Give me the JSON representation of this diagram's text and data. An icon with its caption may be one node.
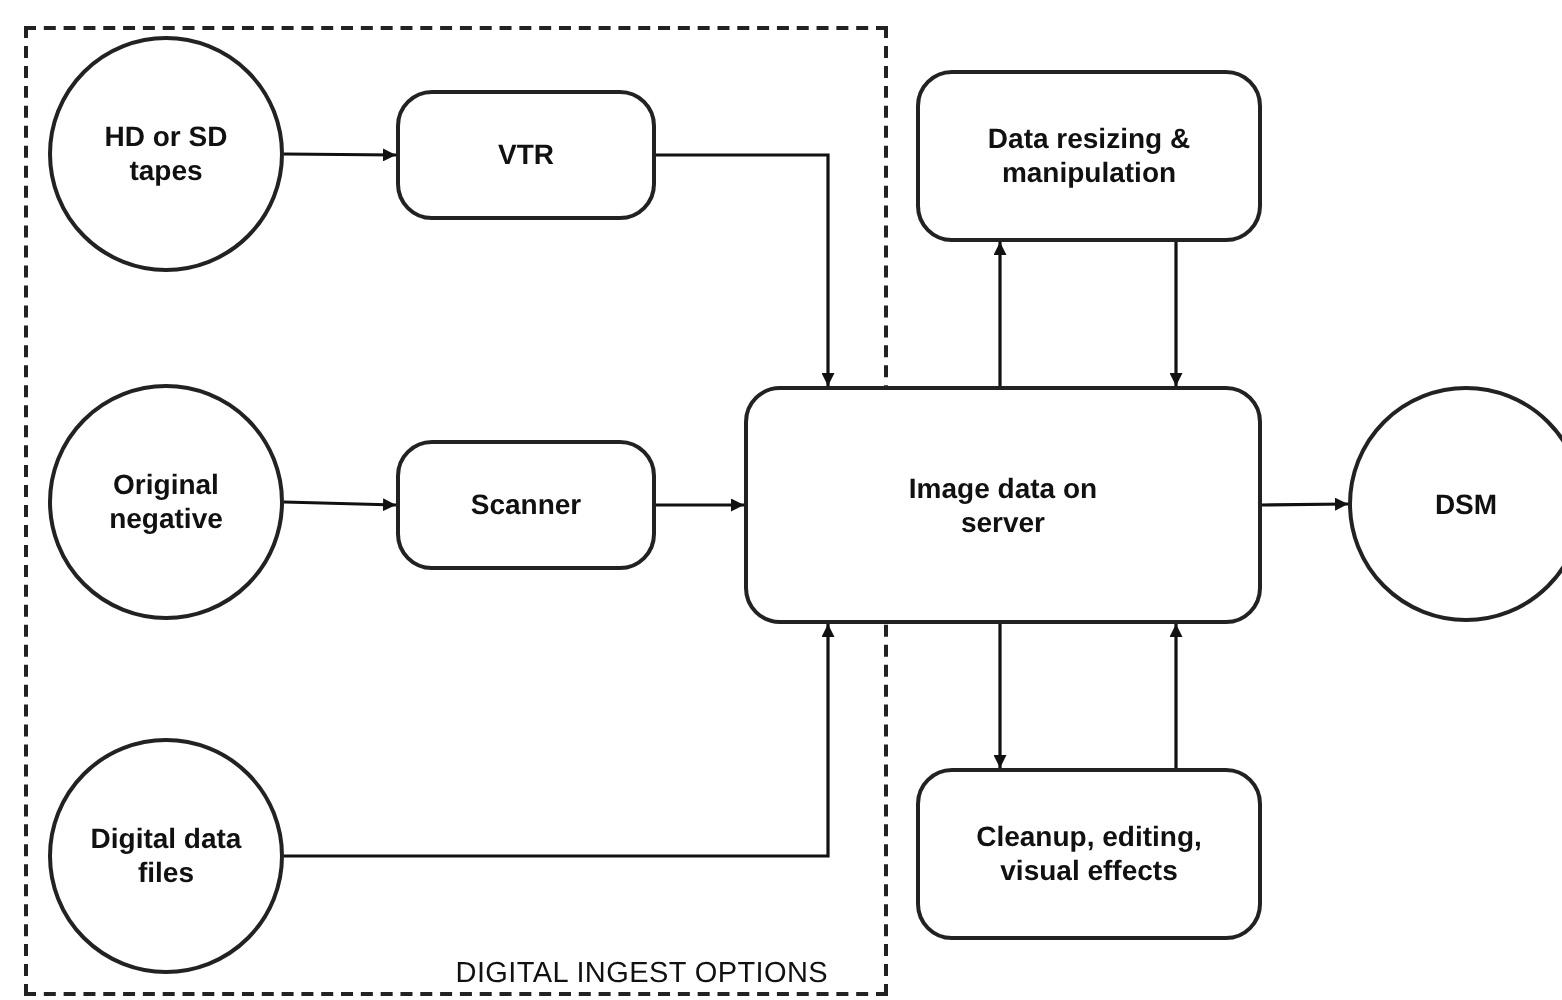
{
  "diagram": {
    "nodes": [
      {
        "text": [
          "DIGITAL INGEST OPTIONS"
        ]
      },
      {
        "text": [
          "HD or SD tapes"
        ],
        "in": 0
      },
      {
        "text": [
          "VTR"
        ],
        "in": 0
      },
      {
        "text": [
          "Original negative"
        ],
        "in": 0
      },
      {
        "text": [
          "Scanner"
        ],
        "in": 0
      },
      {
        "text": [
          "Digital data files"
        ],
        "in": 0
      },
      {
        "text": [
          "Image data on server"
        ]
      },
      {
        "text": [
          "Data resizing & manipulation"
        ]
      },
      {
        "text": [
          "Cleanup, editing, visual effects"
        ]
      },
      {
        "text": [
          "DSM"
        ]
      }
    ],
    "edges": [
      {
        "from": 1,
        "to": 2,
        "arrow": "to"
      },
      {
        "from": 2,
        "to": 6,
        "arrow": "to"
      },
      {
        "from": 3,
        "to": 4,
        "arrow": "to"
      },
      {
        "from": 4,
        "to": 6,
        "arrow": "to"
      },
      {
        "from": 5,
        "to": 6,
        "arrow": "to"
      },
      {
        "from": 6,
        "to": 7,
        "arrow": "to"
      },
      {
        "from": 7,
        "to": 6,
        "arrow": "to"
      },
      {
        "from": 6,
        "to": 8,
        "arrow": "to"
      },
      {
        "from": 8,
        "to": 6,
        "arrow": "to"
      },
      {
        "from": 6,
        "to": 9,
        "arrow": "to"
      }
    ]
  }
}
